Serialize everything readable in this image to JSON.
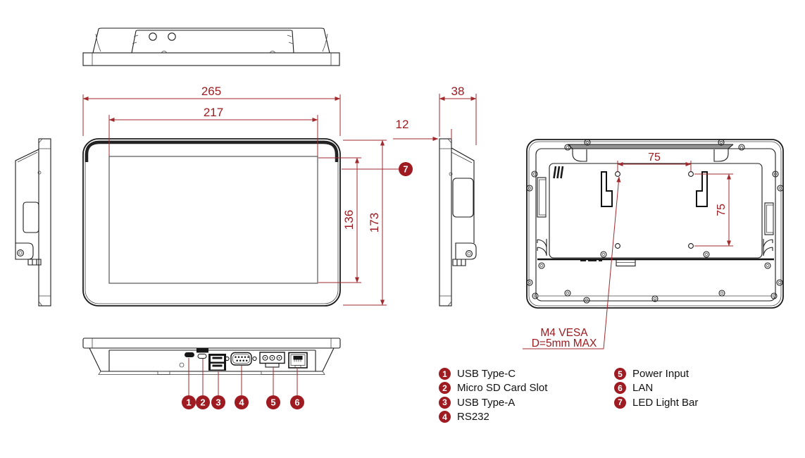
{
  "colors": {
    "accent_red": "#9E1B22",
    "dimension_line_red": "#A02A2E",
    "line_ink": "#1B1B1B"
  },
  "dims": {
    "front_width": "265",
    "screen_width": "217",
    "overall_height": "173",
    "screen_height": "136",
    "depth": "38",
    "bezel_depth": "12",
    "vesa_horizontal": "75",
    "vesa_vertical": "75"
  },
  "vesa_note": {
    "line1": "M4 VESA",
    "line2": "D=5mm MAX"
  },
  "callouts": [
    {
      "num": "1",
      "label": "USB Type-C"
    },
    {
      "num": "2",
      "label": "Micro SD Card Slot"
    },
    {
      "num": "3",
      "label": "USB Type-A"
    },
    {
      "num": "4",
      "label": "RS232"
    },
    {
      "num": "5",
      "label": "Power Input"
    },
    {
      "num": "6",
      "label": "LAN"
    },
    {
      "num": "7",
      "label": "LED Light Bar"
    }
  ]
}
